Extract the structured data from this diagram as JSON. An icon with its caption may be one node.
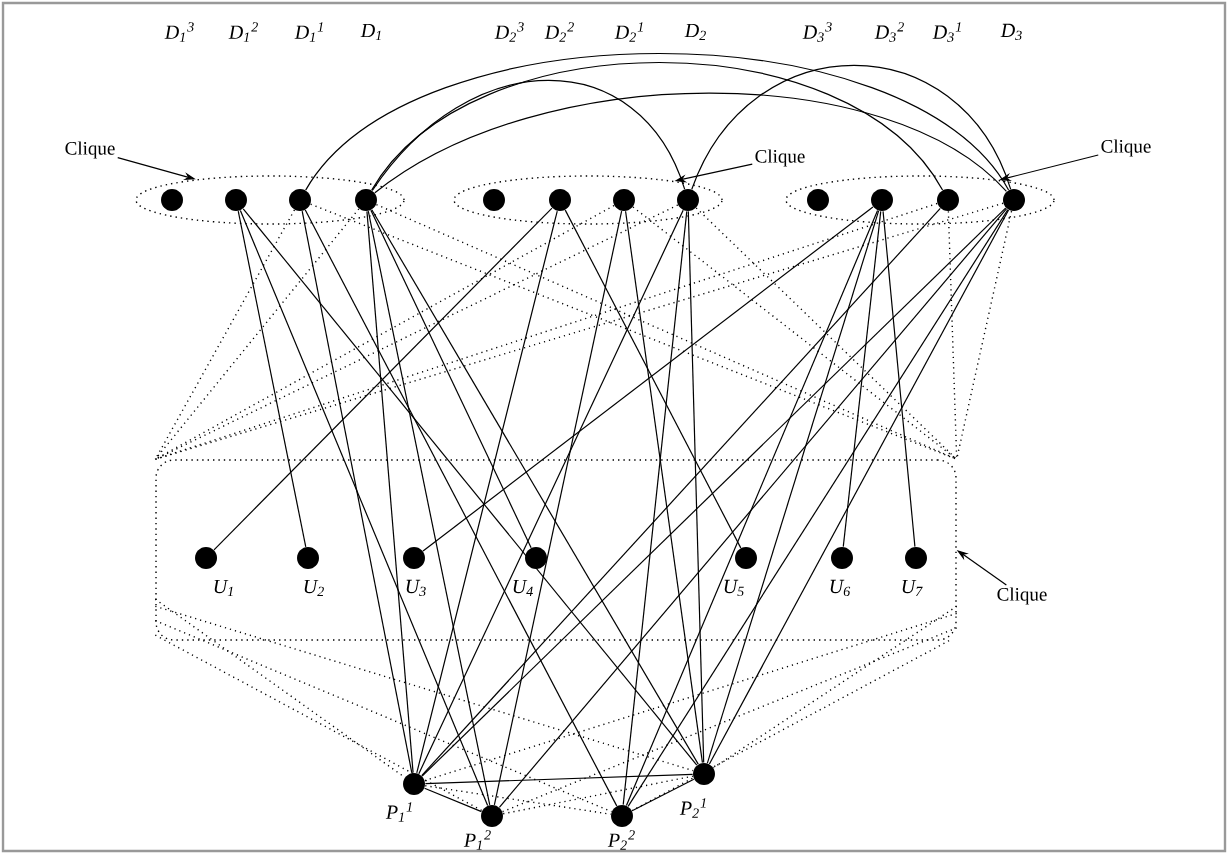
{
  "diagram": {
    "nodes": [
      {
        "text": [
          "Clique"
        ]
      },
      {
        "text": [],
        "shape": "ellipse"
      },
      {
        "text": [],
        "shape": "circle",
        "in": 1
      },
      {
        "text": [],
        "shape": "circle",
        "in": 1
      },
      {
        "text": [],
        "shape": "circle",
        "in": 1
      },
      {
        "text": [],
        "shape": "circle",
        "in": 1
      },
      {
        "text": [],
        "shape": "ellipse"
      },
      {
        "text": [],
        "shape": "circle",
        "in": 6
      },
      {
        "text": [],
        "shape": "circle",
        "in": 6
      },
      {
        "text": [],
        "shape": "circle",
        "in": 6
      },
      {
        "text": [],
        "shape": "circle",
        "in": 6
      },
      {
        "text": [
          "Clique"
        ]
      },
      {
        "text": [],
        "shape": "ellipse"
      },
      {
        "text": [],
        "shape": "circle",
        "in": 12
      },
      {
        "text": [],
        "shape": "circle",
        "in": 12
      },
      {
        "text": [],
        "shape": "circle",
        "in": 12
      },
      {
        "text": [],
        "shape": "circle",
        "in": 12
      },
      {
        "text": [
          "Clique"
        ]
      },
      {
        "text": [],
        "shape": "box"
      },
      {
        "text": [],
        "shape": "circle",
        "in": 18,
        "beside": [
          "U$_{1}$"
        ]
      },
      {
        "text": [],
        "shape": "circle",
        "in": 18,
        "beside": [
          "U$_{2}$"
        ]
      },
      {
        "text": [],
        "shape": "circle",
        "in": 18,
        "beside": [
          "U$_{3}$"
        ]
      },
      {
        "text": [],
        "shape": "circle",
        "in": 18,
        "beside": [
          "U$_{4}$"
        ]
      },
      {
        "text": [],
        "shape": "circle",
        "in": 18,
        "beside": [
          "U$_{5}$"
        ]
      },
      {
        "text": [],
        "shape": "circle",
        "in": 18,
        "beside": [
          "U$_{6}$"
        ]
      },
      {
        "text": [],
        "shape": "circle",
        "in": 18,
        "beside": [
          "U$_{7}$"
        ]
      },
      {
        "text": [
          "Clique"
        ]
      },
      {
        "text": [],
        "shape": "circle",
        "beside": [
          "P$_{1}$$^{1}$"
        ]
      },
      {
        "text": [],
        "shape": "circle",
        "beside": [
          "P$_{1}$$^{2}$"
        ]
      },
      {
        "text": [],
        "shape": "circle",
        "beside": [
          "P$_{2}$$^{2}$"
        ]
      },
      {
        "text": [],
        "shape": "circle",
        "beside": [
          "P$_{2}$$^{1}$"
        ]
      }
    ],
    "edges": [
      {
        "from": 0,
        "to": 1,
        "arrow": "to"
      },
      {
        "from": 11,
        "to": 6,
        "arrow": "to"
      },
      {
        "from": 17,
        "to": 12,
        "arrow": "to"
      },
      {
        "from": 26,
        "to": 18,
        "arrow": "to"
      },
      {
        "from": 4,
        "to": 16,
        "arrow": "none"
      },
      {
        "from": 5,
        "to": 15,
        "arrow": "none"
      },
      {
        "from": 5,
        "to": 16,
        "arrow": "none"
      },
      {
        "from": 5,
        "to": 10,
        "arrow": "none"
      },
      {
        "from": 10,
        "to": 16,
        "arrow": "none"
      },
      {
        "from": 8,
        "to": 19,
        "arrow": "none"
      },
      {
        "from": 3,
        "to": 20,
        "arrow": "none"
      },
      {
        "from": 14,
        "to": 21,
        "arrow": "none"
      },
      {
        "from": 5,
        "to": 22,
        "arrow": "none"
      },
      {
        "from": 8,
        "to": 23,
        "arrow": "none"
      },
      {
        "from": 14,
        "to": 24,
        "arrow": "none"
      },
      {
        "from": 14,
        "to": 25,
        "arrow": "none"
      },
      {
        "from": 4,
        "to": 27,
        "arrow": "none"
      },
      {
        "from": 5,
        "to": 27,
        "arrow": "none"
      },
      {
        "from": 8,
        "to": 27,
        "arrow": "none"
      },
      {
        "from": 10,
        "to": 27,
        "arrow": "none"
      },
      {
        "from": 15,
        "to": 27,
        "arrow": "none"
      },
      {
        "from": 16,
        "to": 27,
        "arrow": "none"
      },
      {
        "from": 3,
        "to": 28,
        "arrow": "none"
      },
      {
        "from": 5,
        "to": 28,
        "arrow": "none"
      },
      {
        "from": 9,
        "to": 28,
        "arrow": "none"
      },
      {
        "from": 16,
        "to": 28,
        "arrow": "none"
      },
      {
        "from": 4,
        "to": 29,
        "arrow": "none"
      },
      {
        "from": 10,
        "to": 29,
        "arrow": "none"
      },
      {
        "from": 14,
        "to": 29,
        "arrow": "none"
      },
      {
        "from": 16,
        "to": 29,
        "arrow": "none"
      },
      {
        "from": 3,
        "to": 30,
        "arrow": "none"
      },
      {
        "from": 5,
        "to": 30,
        "arrow": "none"
      },
      {
        "from": 9,
        "to": 30,
        "arrow": "none"
      },
      {
        "from": 10,
        "to": 30,
        "arrow": "none"
      },
      {
        "from": 14,
        "to": 30,
        "arrow": "none"
      },
      {
        "from": 16,
        "to": 30,
        "arrow": "none"
      },
      {
        "from": 27,
        "to": 30,
        "arrow": "none"
      },
      {
        "from": 27,
        "to": 28,
        "arrow": "none"
      },
      {
        "from": 29,
        "to": 30,
        "arrow": "none"
      },
      {
        "from": 4,
        "to": 18,
        "arrow": "none",
        "style": "dashed"
      },
      {
        "from": 4,
        "to": 18,
        "arrow": "none",
        "style": "dashed"
      },
      {
        "from": 5,
        "to": 18,
        "arrow": "none",
        "style": "dashed"
      },
      {
        "from": 5,
        "to": 18,
        "arrow": "none",
        "style": "dashed"
      },
      {
        "from": 9,
        "to": 18,
        "arrow": "none",
        "style": "dashed"
      },
      {
        "from": 9,
        "to": 18,
        "arrow": "none",
        "style": "dashed"
      },
      {
        "from": 10,
        "to": 18,
        "arrow": "none",
        "style": "dashed"
      },
      {
        "from": 10,
        "to": 18,
        "arrow": "none",
        "style": "dashed"
      },
      {
        "from": 15,
        "to": 18,
        "arrow": "none",
        "style": "dashed"
      },
      {
        "from": 15,
        "to": 18,
        "arrow": "none",
        "style": "dashed"
      },
      {
        "from": 16,
        "to": 18,
        "arrow": "none",
        "style": "dashed"
      },
      {
        "from": 16,
        "to": 18,
        "arrow": "none",
        "style": "dashed"
      },
      {
        "from": 18,
        "to": 27,
        "arrow": "none",
        "style": "dashed"
      },
      {
        "from": 18,
        "to": 27,
        "arrow": "none",
        "style": "dashed"
      },
      {
        "from": 18,
        "to": 28,
        "arrow": "none",
        "style": "dashed"
      },
      {
        "from": 18,
        "to": 28,
        "arrow": "none",
        "style": "dashed"
      },
      {
        "from": 18,
        "to": 29,
        "arrow": "none",
        "style": "dashed"
      },
      {
        "from": 18,
        "to": 29,
        "arrow": "none",
        "style": "dashed"
      },
      {
        "from": 18,
        "to": 30,
        "arrow": "none",
        "style": "dashed"
      },
      {
        "from": 18,
        "to": 30,
        "arrow": "none",
        "style": "dashed"
      },
      {
        "from": 27,
        "to": 29,
        "arrow": "none",
        "style": "dashed"
      },
      {
        "from": 28,
        "to": 30,
        "arrow": "none",
        "style": "dashed"
      }
    ],
    "labels": [
      "D$_{1}$$^{3}$",
      "D$_{1}$$^{2}$",
      "D$_{1}$$^{1}$",
      "D$_{1}$",
      "D$_{2}$$^{3}$",
      "D$_{2}$$^{2}$",
      "D$_{2}$$^{1}$",
      "D$_{2}$",
      "D$_{3}$$^{3}$",
      "D$_{3}$$^{2}$",
      "D$_{3}$$^{1}$",
      "D$_{3}$"
    ]
  }
}
